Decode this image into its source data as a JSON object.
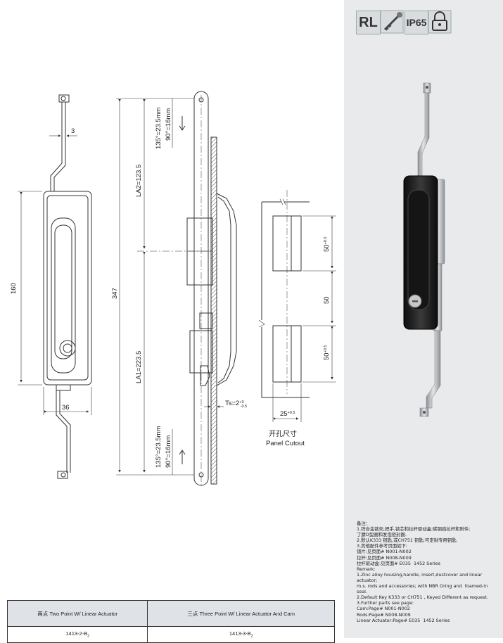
{
  "badges": [
    "RL",
    "IP65"
  ],
  "dimensions": {
    "rod_width": "3",
    "height_160": "160",
    "width_36": "36",
    "overall_347": "347",
    "la2": "LA2=123.5",
    "la1": "LA1=223.5",
    "angle_top_135": "135°=23.5mm",
    "angle_top_90": "90°=16mm",
    "angle_bot_135": "135°=23.5mm",
    "angle_bot_90": "90°=16mm",
    "ts": "Ts=2",
    "ts_tol": "-0.5",
    "ts_tol_up": "+3",
    "cut_50_top": "50",
    "cut_50_top_tol": "+0.5",
    "cut_50_mid": "50",
    "cut_50_bot": "50",
    "cut_50_bot_tol": "+0.5",
    "cut_25": "25",
    "cut_25_tol": "+0.5"
  },
  "cutout": {
    "title_cn": "开孔尺寸",
    "title_en": "Panel Cutout"
  },
  "remarks": [
    "备注：",
    "1.锌合金锁壳,把手,锁芯和拉杆驱动盒;碳钢扁拉杆和附件;",
    "丁腈O型圈和发泡密封圈.",
    "2.默认K333 钥匙,或CH751 钥匙;可定制专用钥匙.",
    "3.其他配件参考页面如下:",
    "锁片:见页面# N001-N002",
    "拉杆:见页面# N008-N009",
    "拉杆驱动盒:见页面# E035  1452 Series",
    "Remark:",
    "1.Zinc alloy housing,handle, insert,dustcover and linear actuator;",
    "m.s. rods and accessories; with NBR Oring and  foamed-in seal.",
    "2.Default Key K333 or CH751 , Keyed Different as request.",
    "3.Further parts see page:",
    "Cam:Page# N001-N002",
    "Rods:Page# N008-N009",
    "Linear Actuator:Page# E035  1452 Series"
  ],
  "table": {
    "headers": [
      "两点 Two Point W/ Linear Actuator",
      "三点 Three Point W/ Linear Actuator And Cam"
    ],
    "values": [
      "1413-2-B",
      "1413-3-B"
    ],
    "subscript": "2"
  },
  "colors": {
    "sidebar_bg": "#e9eaec",
    "line": "#333333",
    "hatch": "#555555",
    "product_black": "#1c1c1c",
    "product_steel": "#b8bcc0"
  }
}
